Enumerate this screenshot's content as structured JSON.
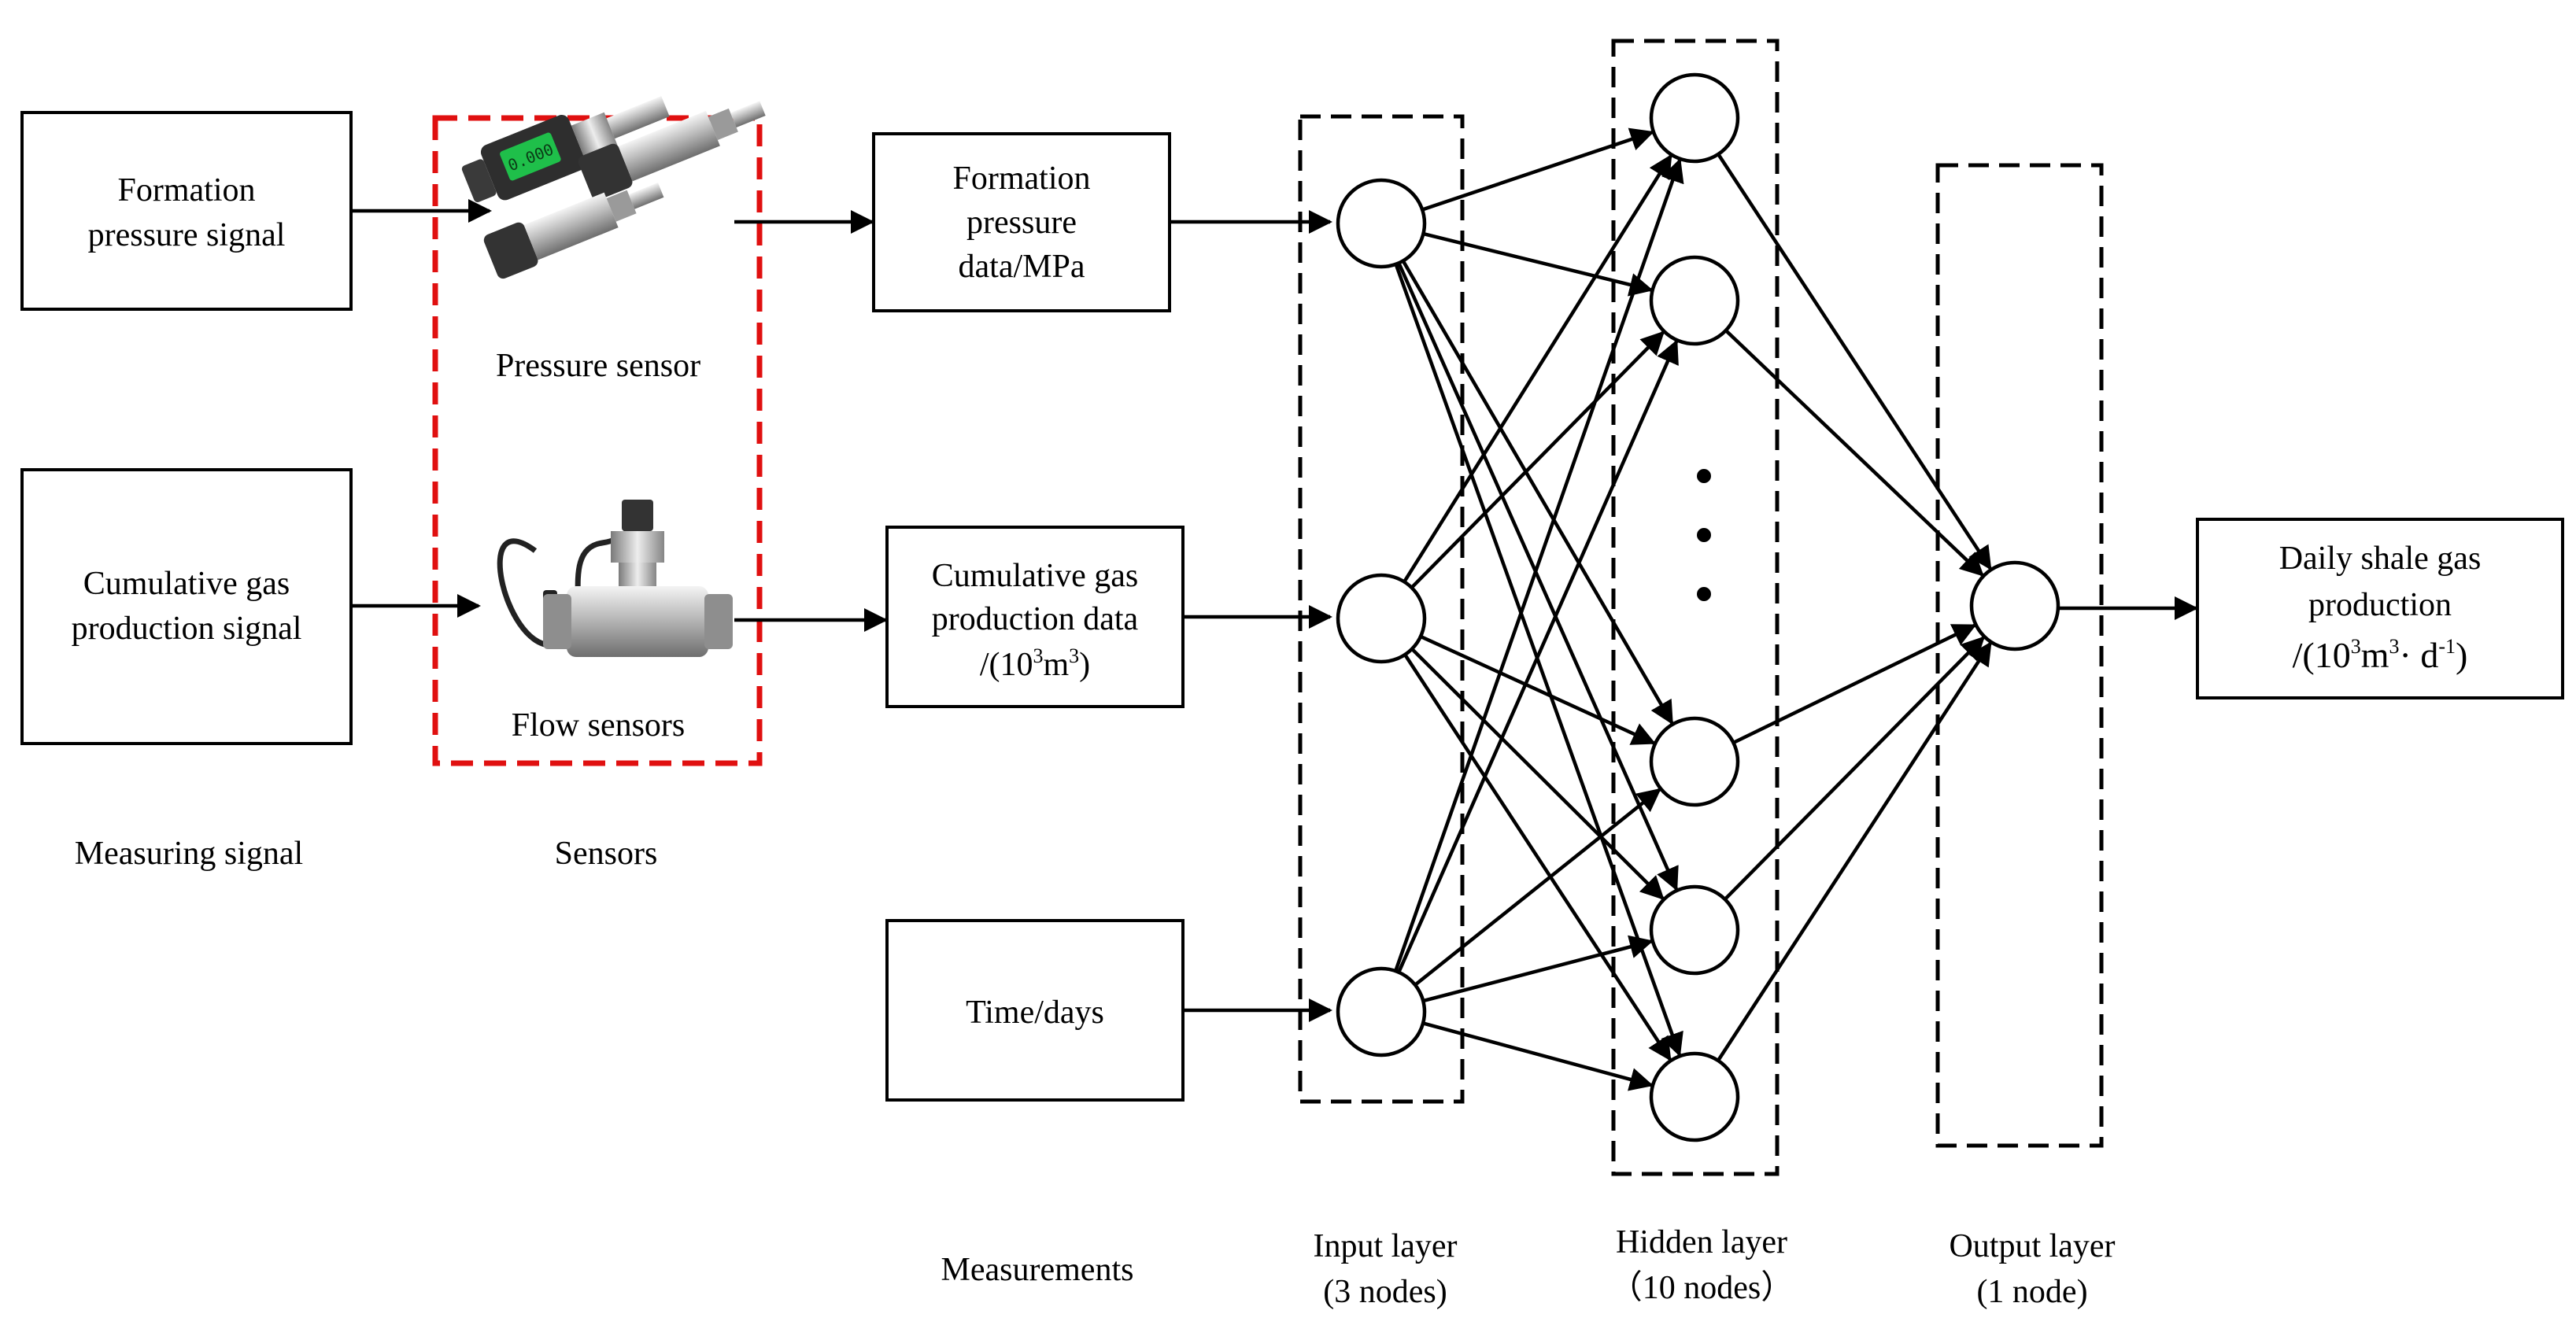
{
  "signals": {
    "formation": [
      "Formation",
      "pressure signal"
    ],
    "cumulative": [
      "Cumulative gas",
      "production signal"
    ]
  },
  "sensors": {
    "pressure_label": "Pressure sensor",
    "flow_label": "Flow sensors",
    "pressure_gauge_reading": "0.000"
  },
  "measurements": {
    "formation": [
      "Formation",
      "pressure",
      "data/MPa"
    ],
    "cumulative": [
      "Cumulative gas",
      "production data"
    ],
    "cumulative_unit": {
      "prefix": "/(10",
      "sup1": "3",
      "mid": "m",
      "sup2": "3",
      "suffix": ")"
    },
    "time": "Time/days"
  },
  "output_box": {
    "lines": [
      "Daily shale gas",
      "production"
    ],
    "unit": {
      "prefix": "/(10",
      "sup1": "3",
      "mid": "m",
      "sup2": "3",
      "mid2": "· d",
      "sup3": "-1",
      "suffix": ")"
    }
  },
  "network": {
    "input_nodes": 3,
    "hidden_nodes_drawn": 5,
    "output_nodes": 1,
    "ellipsis_dots": 3
  },
  "captions": {
    "measuring_signal": "Measuring signal",
    "sensors": "Sensors",
    "measurements": "Measurements",
    "input_layer": [
      "Input layer",
      "(3 nodes)"
    ],
    "hidden_layer": [
      "Hidden layer",
      "（10 nodes）"
    ],
    "output_layer": [
      "Output layer",
      "(1 node)"
    ]
  },
  "colors": {
    "sensor_group_border": "#e01010",
    "gauge_display": "#1fbf4a"
  }
}
